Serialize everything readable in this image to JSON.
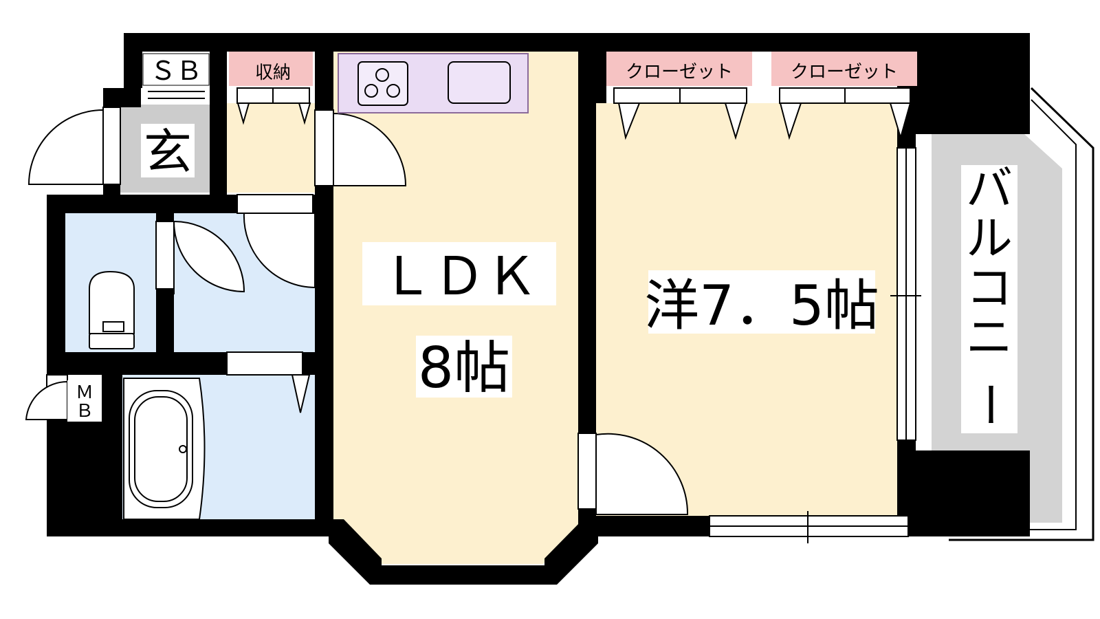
{
  "rooms": {
    "sb": "ＳＢ",
    "shuno": "収納",
    "genkan": "玄",
    "ldk_name": "ＬＤＫ",
    "ldk_size": "8帖",
    "western": "洋7．5帖",
    "closet_1": "クローゼット",
    "closet_2": "クローゼット",
    "balcony": [
      "バ",
      "ル",
      "コ",
      "ニ",
      "ー"
    ],
    "mb_top": "Ｍ",
    "mb_bottom": "Ｂ"
  },
  "colors": {
    "wall": "#000000",
    "room_floor": "#fdf0cf",
    "wet_area": "#dcebfa",
    "genkan_floor": "#cccccc",
    "balcony_floor": "#d3d3d3",
    "storage_label_bg": "#f6c3c3",
    "kitchen": "#eadcf4",
    "kitchen_border": "#8a6a9a"
  }
}
